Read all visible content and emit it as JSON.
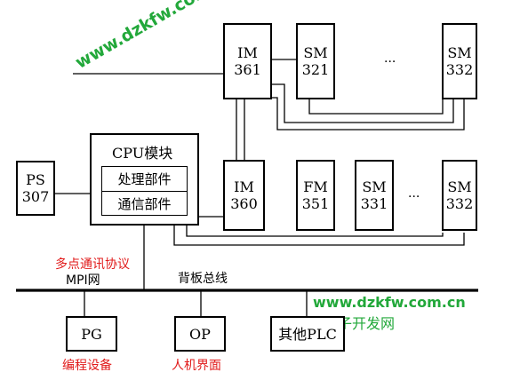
{
  "modules": {
    "ps307": {
      "line1": "PS",
      "line2": "307"
    },
    "im361": {
      "line1": "IM",
      "line2": "361"
    },
    "sm321": {
      "line1": "SM",
      "line2": "321"
    },
    "sm332_top": {
      "line1": "SM",
      "line2": "332"
    },
    "im360": {
      "line1": "IM",
      "line2": "360"
    },
    "fm351": {
      "line1": "FM",
      "line2": "351"
    },
    "sm331": {
      "line1": "SM",
      "line2": "331"
    },
    "sm332_bottom": {
      "line1": "SM",
      "line2": "332"
    }
  },
  "cpu": {
    "title": "CPU模块",
    "processing_unit": "处理部件",
    "communication_unit": "通信部件"
  },
  "ellipsis_top": "···",
  "ellipsis_bottom": "···",
  "network": {
    "protocol_label": "多点通讯协议",
    "mpi_label": "MPI网",
    "backplane_label": "背板总线"
  },
  "devices": {
    "pg": {
      "box": "PG",
      "caption": "编程设备"
    },
    "op": {
      "box": "OP",
      "caption": "人机界面"
    },
    "other_plc": {
      "box": "其他PLC"
    }
  },
  "watermarks": {
    "diagonal": "www.dzkfw.com.cn",
    "bottom_url": "www.dzkfw.com.cn",
    "bottom_name": "电子开发网"
  },
  "colors": {
    "line": "#000000",
    "caption_red": "#e11b1b",
    "watermark_green": "#22a83a"
  }
}
